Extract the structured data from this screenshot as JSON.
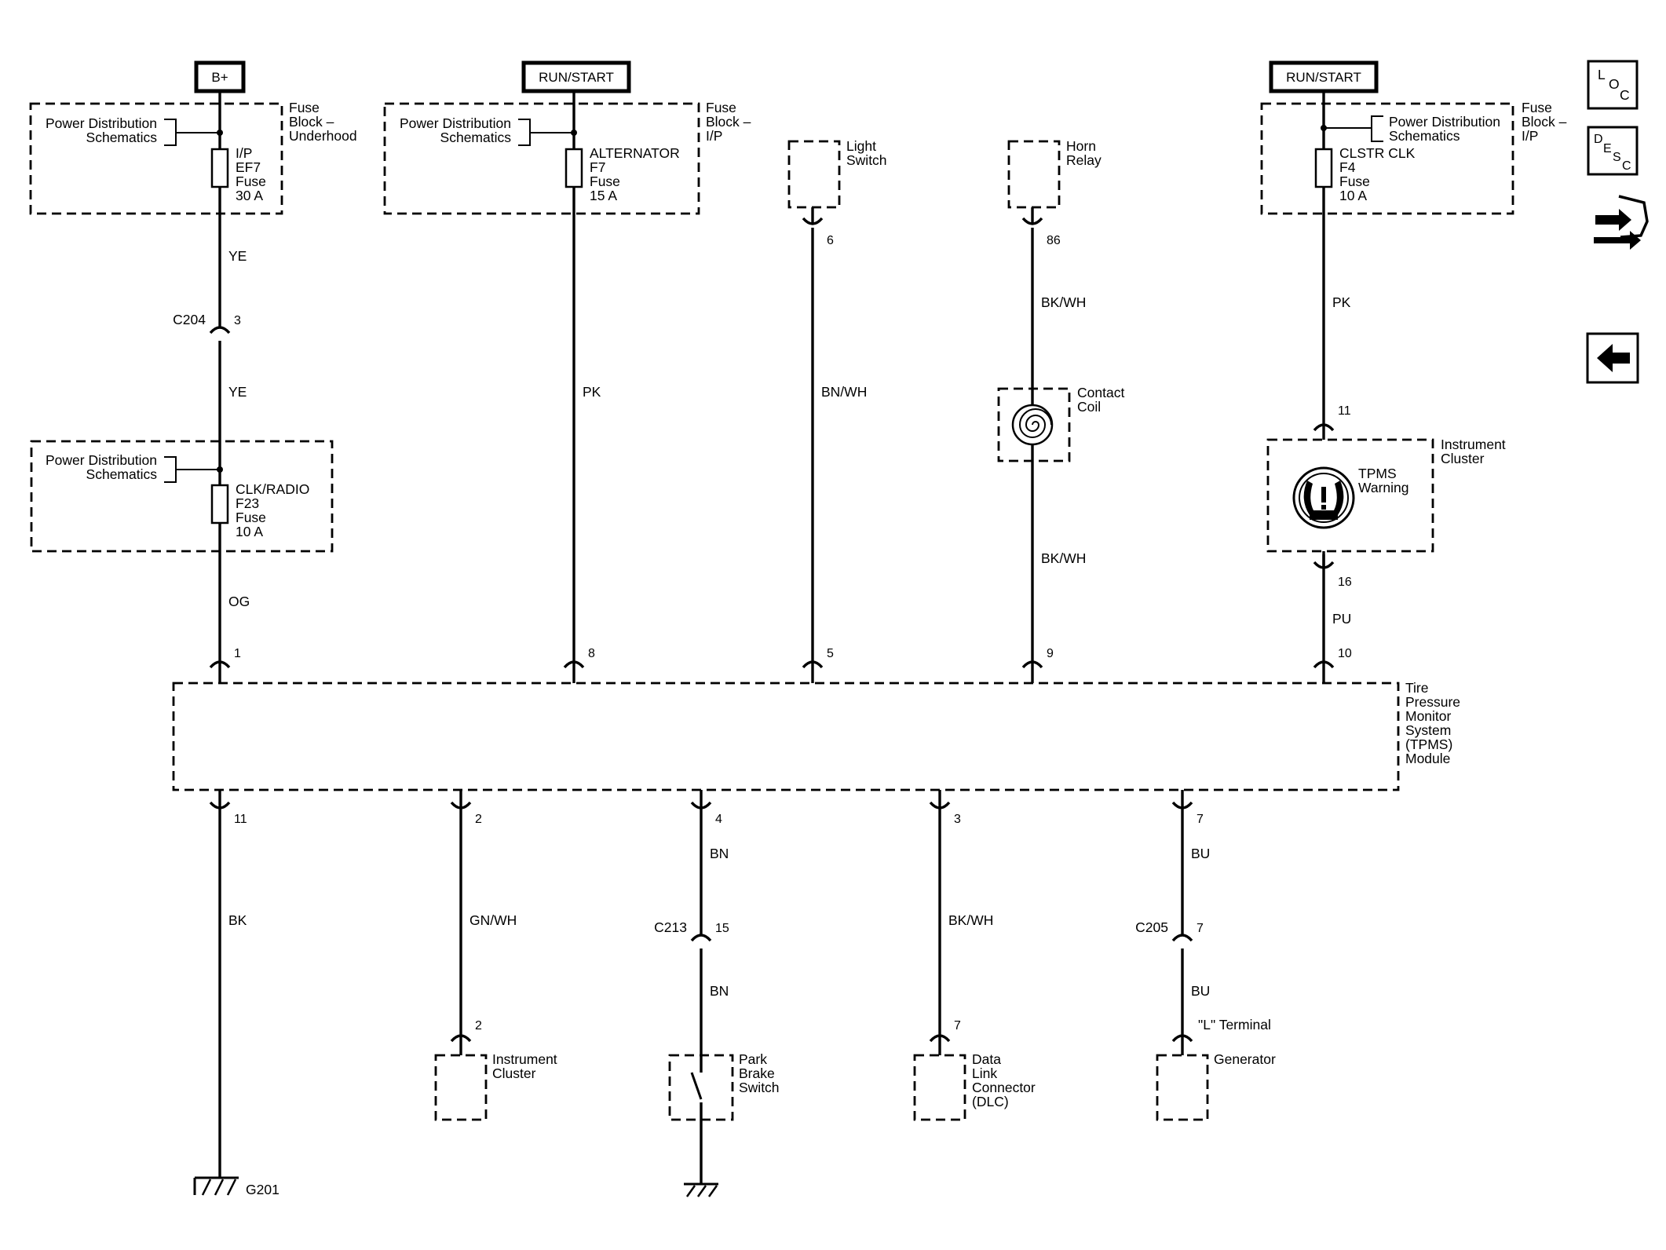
{
  "power": {
    "b_plus": "B+",
    "run_start_1": "RUN/START",
    "run_start_2": "RUN/START"
  },
  "fuse_blocks": {
    "underhood": [
      "Fuse",
      "Block –",
      "Underhood"
    ],
    "ip_1": [
      "Fuse",
      "Block –",
      "I/P"
    ],
    "ip_2": [
      "Fuse",
      "Block –",
      "I/P"
    ]
  },
  "power_dist": [
    "Power Distribution",
    "Schematics"
  ],
  "fuses": {
    "ef7": [
      "I/P",
      "EF7",
      "Fuse",
      "30 A"
    ],
    "f23": [
      "CLK/RADIO",
      "F23",
      "Fuse",
      "10 A"
    ],
    "f7": [
      "ALTERNATOR",
      "F7",
      "Fuse",
      "15 A"
    ],
    "f4": [
      "CLSTR CLK",
      "F4",
      "Fuse",
      "10 A"
    ]
  },
  "components": {
    "light_switch": [
      "Light",
      "Switch"
    ],
    "horn_relay": [
      "Horn",
      "Relay"
    ],
    "contact_coil": [
      "Contact",
      "Coil"
    ],
    "instrument_cluster_top": [
      "Instrument",
      "Cluster"
    ],
    "tpms_warning": [
      "TPMS",
      "Warning"
    ],
    "tpms_module": [
      "Tire",
      "Pressure",
      "Monitor",
      "System",
      "(TPMS)",
      "Module"
    ],
    "instrument_cluster_bottom": [
      "Instrument",
      "Cluster"
    ],
    "park_brake": [
      "Park",
      "Brake",
      "Switch"
    ],
    "dlc": [
      "Data",
      "Link",
      "Connector",
      "(DLC)"
    ],
    "generator": "Generator",
    "l_terminal": "\"L\" Terminal",
    "ground": "G201"
  },
  "connectors": {
    "c204": "C204",
    "c213": "C213",
    "c205": "C205"
  },
  "pins": {
    "c204": "3",
    "m1": "1",
    "m8": "8",
    "m5": "5",
    "m9": "9",
    "m10": "10",
    "ls6": "6",
    "hr86": "86",
    "ic11": "11",
    "ic16": "16",
    "m11": "11",
    "m2": "2",
    "m4": "4",
    "m3": "3",
    "m7": "7",
    "c213": "15",
    "c205": "7",
    "ic2": "2",
    "dlc7": "7"
  },
  "wires": {
    "ye1": "YE",
    "ye2": "YE",
    "og": "OG",
    "pk1": "PK",
    "bnwh": "BN/WH",
    "bkwh1": "BK/WH",
    "bkwh2": "BK/WH",
    "pk2": "PK",
    "pu": "PU",
    "bk": "BK",
    "gnwh": "GN/WH",
    "bn1": "BN",
    "bn2": "BN",
    "bkwh3": "BK/WH",
    "bu1": "BU",
    "bu2": "BU"
  },
  "nav_icons": {
    "loc": [
      "L",
      "O",
      "C"
    ],
    "desc": [
      "D",
      "E",
      "S",
      "C"
    ],
    "connector_icon": "connector-view-icon",
    "back_icon": "back-arrow-icon"
  }
}
